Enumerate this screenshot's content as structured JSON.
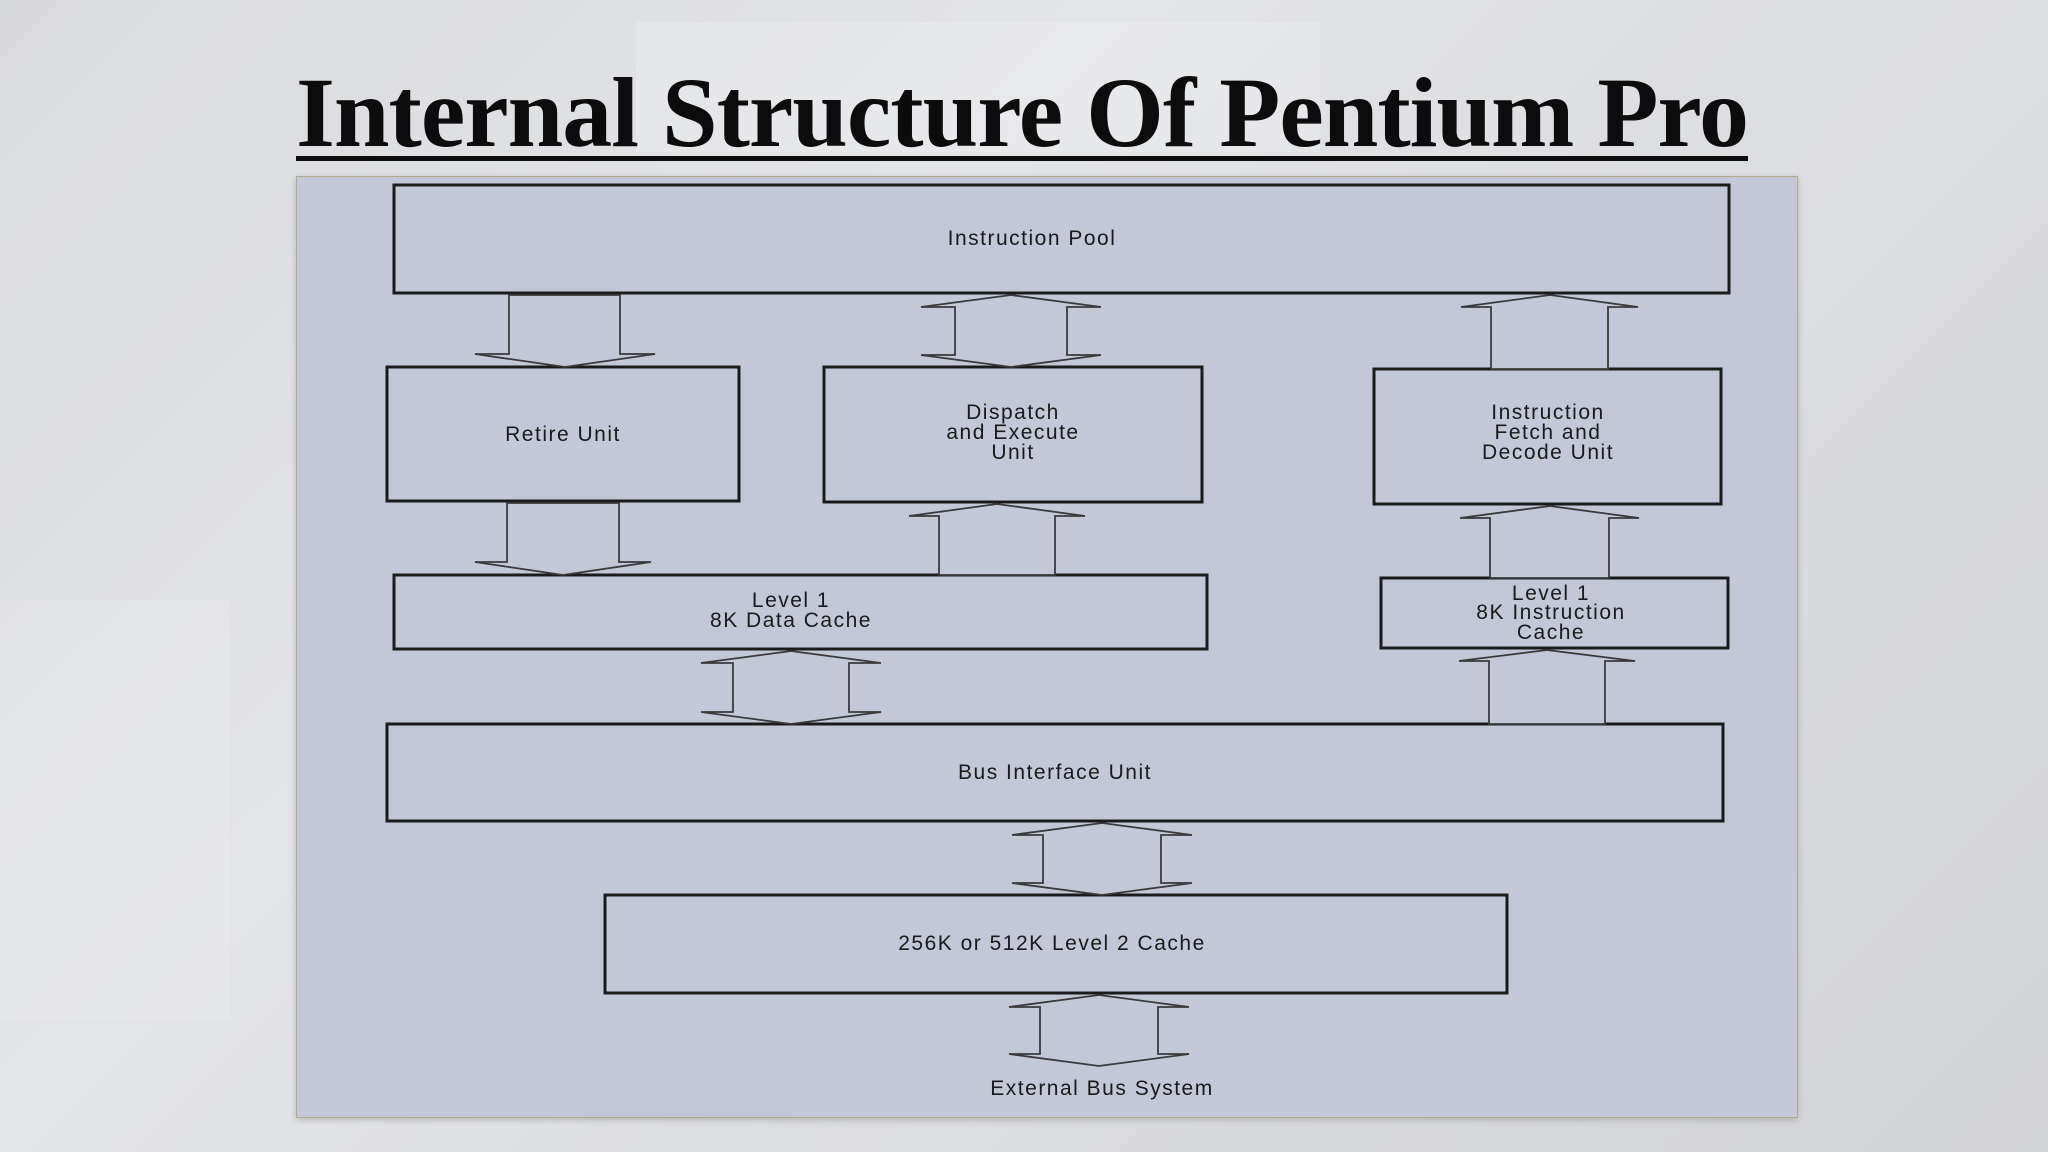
{
  "slide": {
    "title": "Internal Structure Of Pentium Pro"
  },
  "diagram": {
    "instruction_pool": "Instruction Pool",
    "retire_unit": "Retire Unit",
    "dispatch_execute": [
      "Dispatch",
      "and Execute",
      "Unit"
    ],
    "fetch_decode": [
      "Instruction",
      "Fetch and",
      "Decode Unit"
    ],
    "l1_data_cache": [
      "Level 1",
      "8K Data Cache"
    ],
    "l1_instruction_cache": [
      "Level 1",
      "8K Instruction",
      "Cache"
    ],
    "bus_interface_unit": "Bus Interface Unit",
    "l2_cache": "256K or 512K Level 2 Cache",
    "external_bus": "External Bus System"
  },
  "colors": {
    "panel_background": "#c2c8d8",
    "box_stroke": "#1b1b1b",
    "title_text": "#0c0c0c"
  }
}
